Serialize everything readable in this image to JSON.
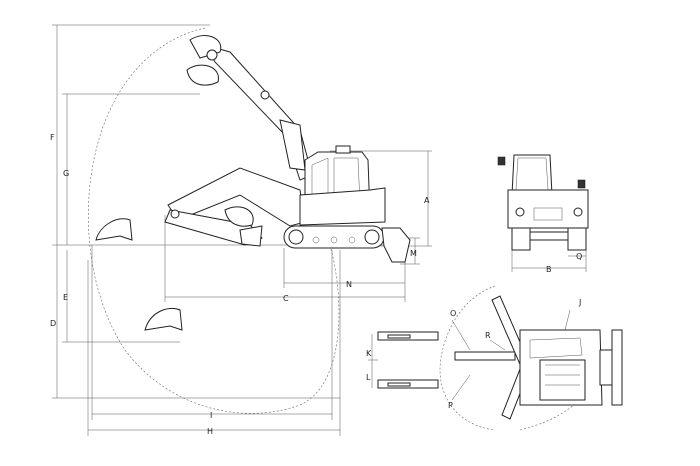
{
  "dimension_labels": {
    "A": "A",
    "B": "B",
    "C": "C",
    "D": "D",
    "E": "E",
    "F": "F",
    "G": "G",
    "H": "H",
    "I": "I",
    "J": "J",
    "K": "K",
    "L": "L",
    "M": "M",
    "N": "N",
    "O": "O",
    "P": "P",
    "Q": "Q",
    "R": "R"
  }
}
